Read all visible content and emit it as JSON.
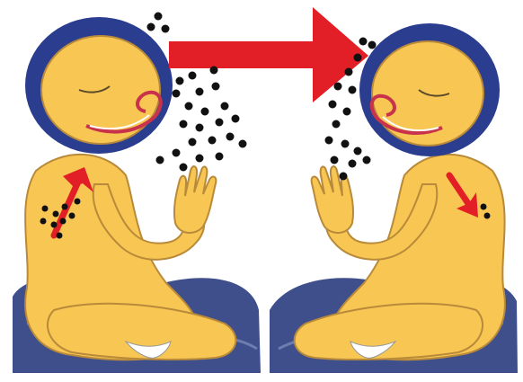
{
  "colors": {
    "background": "#ffffff",
    "skin": "#f7c653",
    "skin_outline": "#b88a3a",
    "head_ring": "#2b3d8f",
    "cushion": "#3f4f8c",
    "cushion_light": "#6d7db0",
    "mouth": "#c8324a",
    "arrow_red": "#e21e26",
    "dots": "#111111",
    "loincloth": "#ffffff"
  },
  "figures": [
    {
      "name": "left-figure",
      "facing": "right",
      "arm_arrow_direction": "up"
    },
    {
      "name": "right-figure",
      "facing": "left",
      "arm_arrow_direction": "down"
    }
  ],
  "transfer_arrow": {
    "direction": "right"
  },
  "icons": {
    "transfer_arrow": "arrow-right-icon",
    "dots": "particle-dot-icon"
  }
}
